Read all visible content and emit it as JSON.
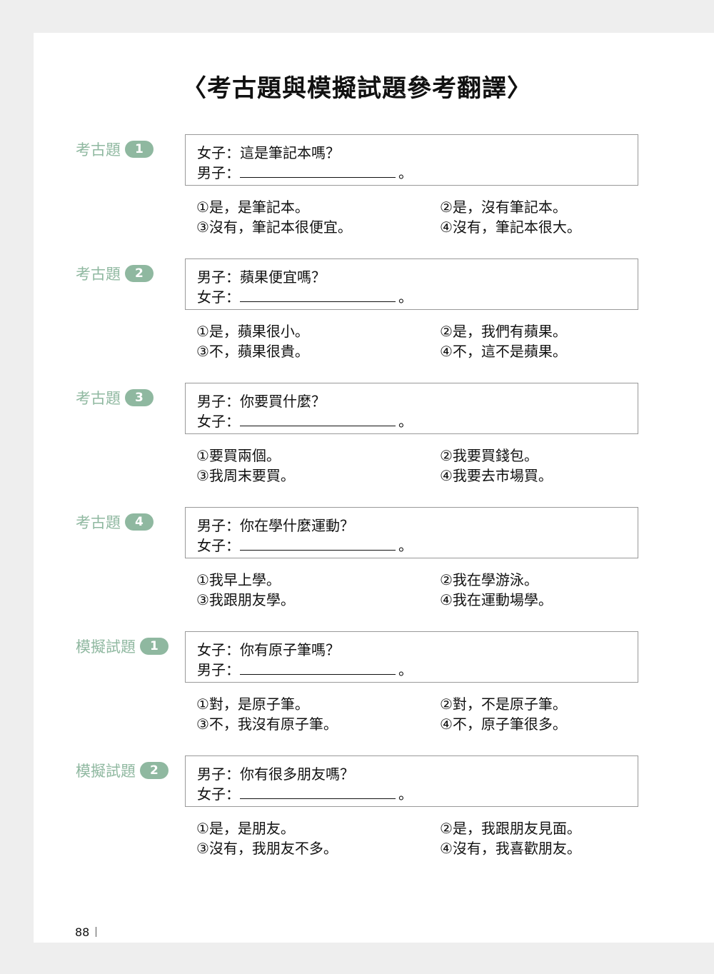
{
  "title": "〈考古題與模擬試題參考翻譯〉",
  "page_number": "88",
  "accent_color": "#8fb8a0",
  "sections": [
    {
      "label": "考古題",
      "num": "1",
      "q": "女子：這是筆記本嗎？",
      "a": "男子：",
      "end": "。",
      "opts": [
        "①是，是筆記本。",
        "②是，沒有筆記本。",
        "③沒有，筆記本很便宜。",
        "④沒有，筆記本很大。"
      ]
    },
    {
      "label": "考古題",
      "num": "2",
      "q": "男子：蘋果便宜嗎？",
      "a": "女子：",
      "end": "。",
      "opts": [
        "①是，蘋果很小。",
        "②是，我們有蘋果。",
        "③不，蘋果很貴。",
        "④不，這不是蘋果。"
      ]
    },
    {
      "label": "考古題",
      "num": "3",
      "q": "男子：你要買什麼？",
      "a": "女子：",
      "end": "。",
      "opts": [
        "①要買兩個。",
        "②我要買錢包。",
        "③我周末要買。",
        "④我要去市場買。"
      ]
    },
    {
      "label": "考古題",
      "num": "4",
      "q": "男子：你在學什麼運動？",
      "a": "女子：",
      "end": "。",
      "opts": [
        "①我早上學。",
        "②我在學游泳。",
        "③我跟朋友學。",
        "④我在運動場學。"
      ]
    },
    {
      "label": "模擬試題",
      "num": "1",
      "q": "女子：你有原子筆嗎？",
      "a": "男子：",
      "end": "。",
      "opts": [
        "①對，是原子筆。",
        "②對，不是原子筆。",
        "③不，我沒有原子筆。",
        "④不，原子筆很多。"
      ]
    },
    {
      "label": "模擬試題",
      "num": "2",
      "q": "男子：你有很多朋友嗎？",
      "a": "女子：",
      "end": "。",
      "opts": [
        "①是，是朋友。",
        "②是，我跟朋友見面。",
        "③沒有，我朋友不多。",
        "④沒有，我喜歡朋友。"
      ]
    }
  ]
}
